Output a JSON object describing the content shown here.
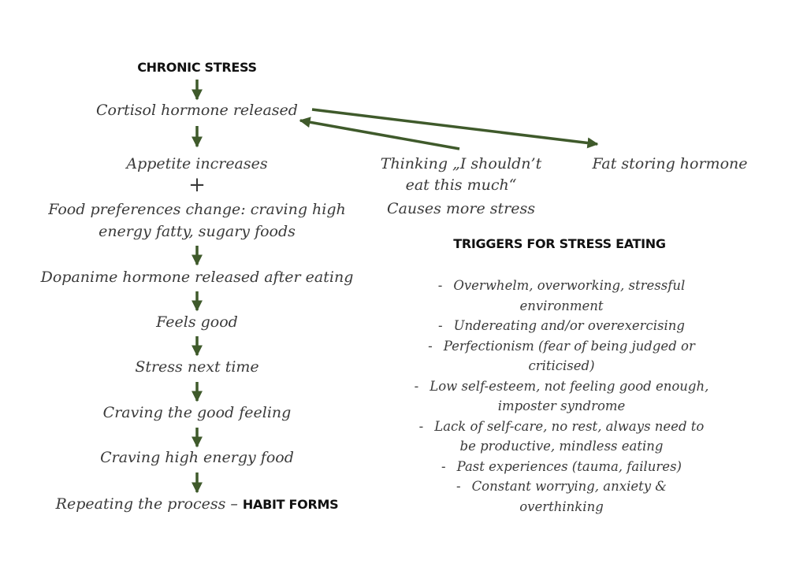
{
  "left_column": {
    "title": "CHRONIC STRESS",
    "cortisol": "Cortisol hormone released",
    "appetite": "Appetite increases",
    "plus": "+",
    "food_pref_line1": "Food preferences change: craving high",
    "food_pref_line2": "energy fatty, sugary foods",
    "dopamine": "Dopanime hormone released after eating",
    "feels_good": "Feels good",
    "stress_next": "Stress next time",
    "craving_feeling": "Craving the good feeling",
    "craving_food": "Craving high energy food",
    "repeating": "Repeating the process – ",
    "habit_forms": "HABIT FORMS"
  },
  "middle_column": {
    "thinking_line1": "Thinking „I shouldn’t",
    "thinking_line2": "eat this much“",
    "more_stress": "Causes more stress"
  },
  "right_column": {
    "fat_storing": "Fat storing hormone"
  },
  "triggers": {
    "heading": "TRIGGERS FOR STRESS EATING",
    "dash": "-",
    "items": [
      {
        "line1": "Overwhelm, overworking, stressful",
        "line2": "environment"
      },
      {
        "line1": "Undereating and/or overexercising",
        "line2": ""
      },
      {
        "line1": "Perfectionism (fear of being judged or",
        "line2": "criticised)"
      },
      {
        "line1": "Low self-esteem, not feeling good enough,",
        "line2": "imposter syndrome"
      },
      {
        "line1": "Lack of self-care, no rest, always need to",
        "line2": "be productive, mindless eating"
      },
      {
        "line1": "Past experiences (tauma, failures)",
        "line2": ""
      },
      {
        "line1": "Constant worrying, anxiety &",
        "line2": "overthinking"
      }
    ]
  },
  "colors": {
    "arrow": "#3f5a2b",
    "text": "#3a3a3a"
  }
}
